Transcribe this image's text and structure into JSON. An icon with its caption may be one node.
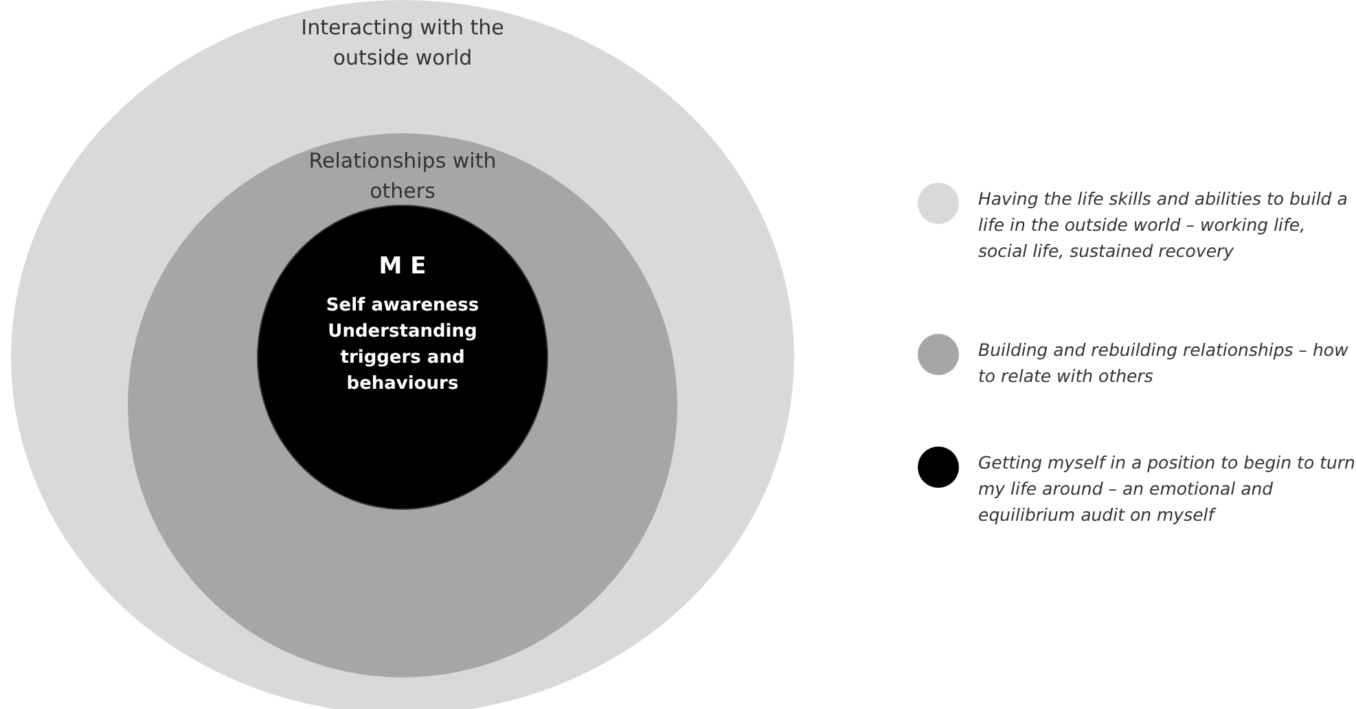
{
  "diagram": {
    "nodes": [
      {
        "text": [
          "Interacting with the outside world"
        ]
      },
      {
        "text": [
          "Relationships with others"
        ],
        "in": 0
      },
      {
        "text": [
          "M E",
          "Self awareness Understanding triggers and behaviours"
        ],
        "in": 1
      }
    ],
    "legend": [
      {
        "text": "Having the life skills and abilities to build a life in the outside world – working life, social life, sustained recovery",
        "color": "#d9d9d9"
      },
      {
        "text": "Building and rebuilding relationships – how to relate with others",
        "color": "#a6a6a6"
      },
      {
        "text": "Getting myself in a position to begin to turn my life around – an emotional and equilibrium audit on myself",
        "color": "#000000"
      }
    ]
  }
}
